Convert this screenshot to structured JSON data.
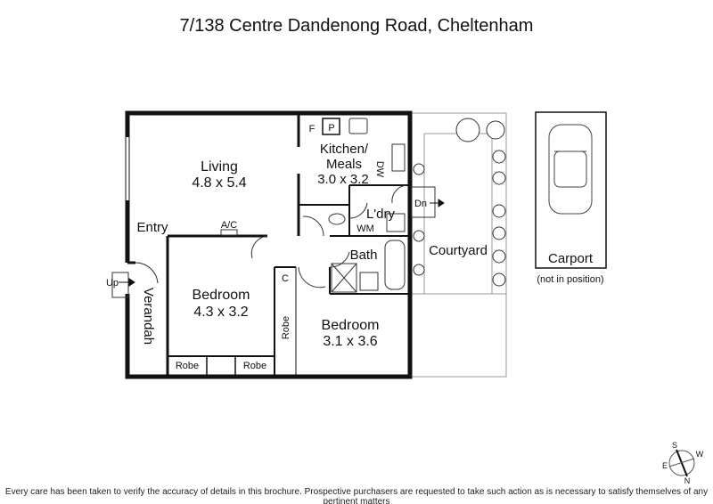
{
  "title": "7/138 Centre Dandenong Road, Cheltenham",
  "rooms": {
    "living": {
      "name": "Living",
      "size": "4.8 x 5.4"
    },
    "kitchen": {
      "name": "Kitchen/",
      "name2": "Meals",
      "size": "3.0 x 3.2"
    },
    "laundry": {
      "name": "L'dry"
    },
    "bath": {
      "name": "Bath"
    },
    "entry": {
      "name": "Entry"
    },
    "verandah": {
      "name": "Verandah"
    },
    "bedroom1": {
      "name": "Bedroom",
      "size": "4.3 x 3.2"
    },
    "bedroom2": {
      "name": "Bedroom",
      "size": "3.1 x 3.6"
    },
    "courtyard": {
      "name": "Courtyard"
    },
    "carport": {
      "name": "Carport",
      "note": "(not in position)"
    }
  },
  "labels": {
    "fridge": "F",
    "pantry": "P",
    "dishwasher": "DW",
    "washing_machine": "WM",
    "aircon": "A/C",
    "cupboard": "C",
    "robe": "Robe",
    "up": "Up",
    "down": "Dn"
  },
  "compass": {
    "n": "N",
    "s": "S",
    "e": "E",
    "w": "W"
  },
  "disclaimer": "Every care has been taken to verify the accuracy of details in this brochure. Prospective purchasers are requested to take such action as is necessary to satisfy themselves of any pertinent matters"
}
